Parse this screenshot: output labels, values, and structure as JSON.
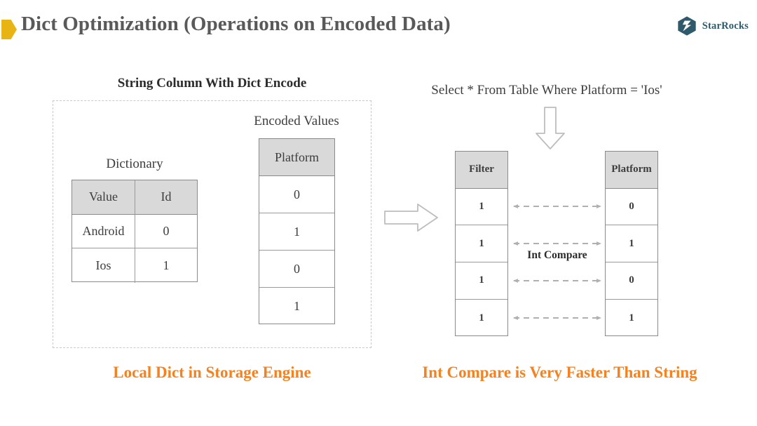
{
  "header": {
    "title": "Dict Optimization (Operations on Encoded Data)",
    "bullet_icon": "chevron-bullet-icon",
    "brand": {
      "name": "StarRocks",
      "logo_icon": "starrocks-logo-icon",
      "color": "#2E5A6B"
    },
    "title_color": "#595959",
    "bullet_color": "#E8B413"
  },
  "left_panel": {
    "title": "String Column With Dict Encode",
    "dictionary": {
      "label": "Dictionary",
      "columns": [
        "Value",
        "Id"
      ],
      "rows": [
        [
          "Android",
          "0"
        ],
        [
          "Ios",
          "1"
        ]
      ]
    },
    "encoded_values": {
      "label": "Encoded Values",
      "column": "Platform",
      "values": [
        "0",
        "1",
        "0",
        "1"
      ]
    },
    "caption": "Local Dict in Storage Engine"
  },
  "flow": {
    "arrow_right_icon": "arrow-right-icon",
    "arrow_down_icon": "arrow-down-icon"
  },
  "right_panel": {
    "query": "Select * From Table Where Platform = 'Ios'",
    "filter": {
      "column": "Filter",
      "values": [
        "1",
        "1",
        "1",
        "1"
      ]
    },
    "platform": {
      "column": "Platform",
      "values": [
        "0",
        "1",
        "0",
        "1"
      ]
    },
    "compare_label": "Int Compare",
    "compare_link_icon": "double-arrow-dashed-icon",
    "caption": "Int Compare is Very Faster Than String"
  },
  "colors": {
    "accent_orange": "#F5821F",
    "header_fill": "#d9d9d9",
    "table_border": "#8a8a8a",
    "dashed_border": "#c9c9c9",
    "arrow_stroke": "#bdbdbd"
  }
}
